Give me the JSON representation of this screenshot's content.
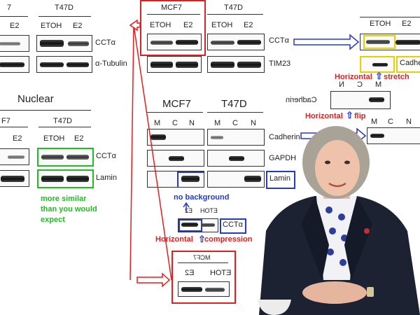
{
  "left_panel": {
    "top_header_partial": "7",
    "top_t47d": "T47D",
    "top_lane_e2": "E2",
    "top_etoh": "ETOH",
    "top_e2": "E2",
    "cct_label": "CCTα",
    "tubulin_label": "α-Tubulin",
    "nuclear_title": "Nuclear",
    "nuc_partial": "F7",
    "nuc_t47d": "T47D",
    "nuc_lane_e2": "E2",
    "nuc_etoh": "ETOH",
    "nuc_e2": "E2",
    "nuc_cct_label": "CCTα",
    "nuc_lamin_label": "Lamin",
    "note_line1": "more similar",
    "note_line2": "than you would",
    "note_line3": "expect"
  },
  "middle_panel": {
    "mcf7": "MCF7",
    "t47d": "T47D",
    "etoh": "ETOH",
    "e2": "E2",
    "etoh2": "ETOH",
    "e2b": "E2",
    "cct_label": "CCTα",
    "tim_label": "TIM23",
    "mcf7_b": "MCF7",
    "t47d_b": "T47D",
    "m1": "M",
    "c1": "C",
    "n1": "N",
    "m2": "M",
    "c2": "C",
    "n2": "N",
    "cadherin_label": "Cadherin",
    "gapdh_label": "GAPDH",
    "lamin_label": "Lamin",
    "no_background": "no background",
    "flip_e2": "E2",
    "flip_etoh": "ETOH",
    "small_cct": "CCTα",
    "horizontal_compression_1": "Horizontal",
    "horizontal_compression_2": "compression",
    "bottom_mcf7_mirror": "MCF7",
    "bottom_e2_mirror": "E2",
    "bottom_etoh_mirror": "ETOH"
  },
  "right_panel": {
    "etoh": "ETOH",
    "e2": "E2",
    "cadh_partial": "Cadhe",
    "horizontal_stretch_1": "Horizontal",
    "horizontal_stretch_2": "stretch",
    "mirror_m": "M",
    "mirror_c": "C",
    "mirror_n_left": "N",
    "mirror_cadherin": "Cadherin",
    "horizontal_flip_1": "Horizontal",
    "horizontal_flip_2": "flip",
    "m": "M",
    "c": "C",
    "n": "N"
  },
  "colors": {
    "red": "#e02020",
    "blue": "#2838c8",
    "green": "#22bb22",
    "yellow": "#e8d000"
  }
}
